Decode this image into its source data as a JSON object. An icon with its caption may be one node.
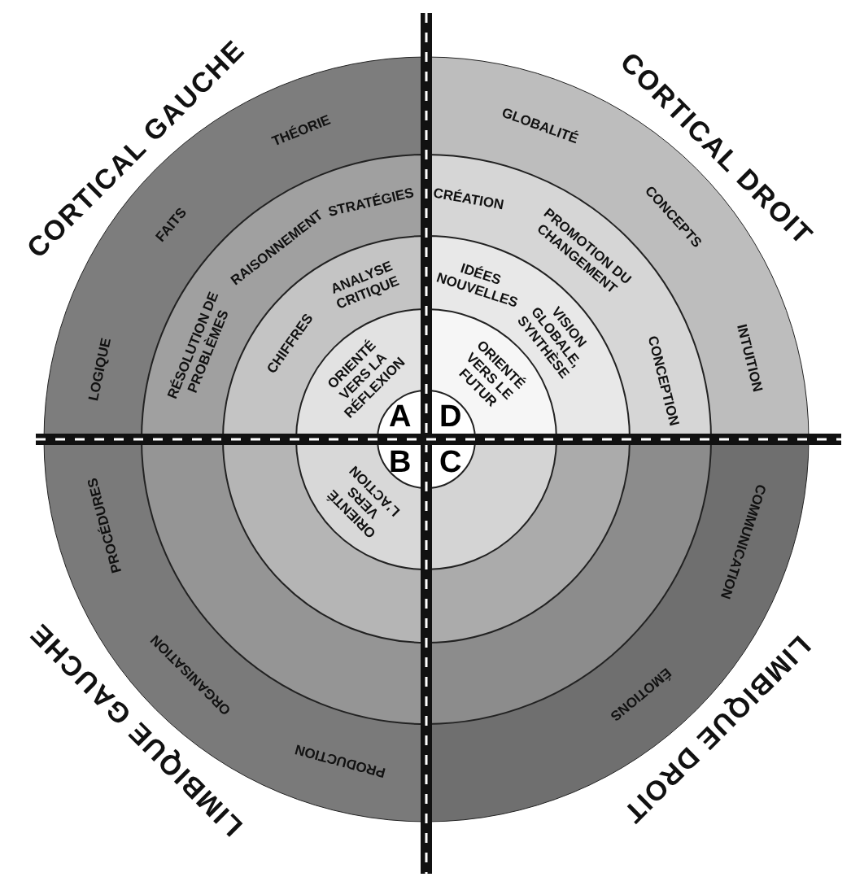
{
  "diagram": {
    "nodes": [
      {
        "text": [
          "CORTICAL GAUCHE"
        ]
      },
      {
        "text": [
          "CORTICAL DROIT"
        ]
      },
      {
        "text": [
          "LIMBIQUE GAUCHE"
        ]
      },
      {
        "text": [
          "LIMBIQUE DROIT"
        ]
      },
      {
        "text": [
          "A"
        ],
        "in": 0
      },
      {
        "text": [
          "D"
        ],
        "in": 1
      },
      {
        "text": [
          "B"
        ],
        "in": 2
      },
      {
        "text": [
          "C"
        ],
        "in": 3
      }
    ],
    "edges": [],
    "labels": [
      "THÉORIE",
      "FAITS",
      "LOGIQUE",
      "STRATÉGIES",
      "RAISONNEMENT",
      "RÉSOLUTION DE PROBLÈMES",
      "ANALYSE CRITIQUE",
      "CHIFFRES",
      "ORIENTÉ VERS LA RÉFLEXION",
      "GLOBALITÉ",
      "CONCEPTS",
      "INTUITION",
      "CRÉATION",
      "PROMOTION DU CHANGEMENT",
      "CONCEPTION",
      "IDÉES NOUVELLES",
      "VISION GLOBALE, SYNTHÈSE",
      "ORIENTÉ VERS LE FUTUR",
      "PROCÉDURES",
      "ORGANISATION",
      "PRODUCTION",
      "ORIENTÉ VERS L'ACTION",
      "COMMUNICATION",
      "ÉMOTIONS"
    ]
  }
}
